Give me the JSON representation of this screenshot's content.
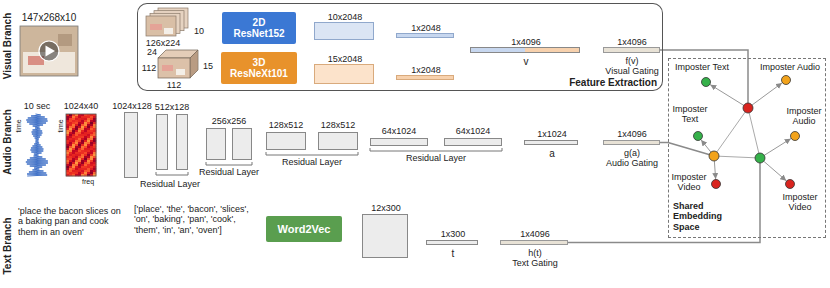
{
  "diagram": {
    "nodes": [
      {
        "text": [
          "147x268x10"
        ]
      },
      {
        "text": [
          "Feature Extraction"
        ]
      },
      {
        "text": [
          "126x224",
          "10"
        ],
        "in": 1
      },
      {
        "text": [
          "24",
          "112",
          "112",
          "15"
        ],
        "in": 1
      },
      {
        "text": [
          "2D ResNet152"
        ],
        "in": 1
      },
      {
        "text": [
          "3D ResNeXt101"
        ],
        "in": 1
      },
      {
        "text": [
          "10x2048"
        ],
        "in": 1
      },
      {
        "text": [
          "15x2048"
        ],
        "in": 1
      },
      {
        "text": [
          "1x2048"
        ],
        "in": 1
      },
      {
        "text": [
          "1x2048"
        ],
        "in": 1
      },
      {
        "text": [
          "1x4096",
          "v"
        ],
        "in": 1
      },
      {
        "text": [
          "1x4096",
          "f(v)",
          "Visual Gating"
        ],
        "in": 1
      },
      {
        "text": [
          "Shared Embedding Space"
        ]
      },
      {
        "text": [
          "10 sec",
          "time"
        ]
      },
      {
        "text": [
          "1024x40",
          "time",
          "freq"
        ]
      },
      {
        "text": [
          "1024x128"
        ]
      },
      {
        "text": [
          "512x128"
        ]
      },
      {
        "text": [
          "256x256"
        ]
      },
      {
        "text": [
          "128x512",
          "128x512"
        ]
      },
      {
        "text": [
          "64x1024",
          "64x1024"
        ]
      },
      {
        "text": [
          "1x1024",
          "a"
        ]
      },
      {
        "text": [
          "1x4096",
          "g(a)",
          "Audio Gating"
        ]
      },
      {
        "text": [
          "Word2Vec"
        ]
      },
      {
        "text": [
          "12x300"
        ]
      },
      {
        "text": [
          "1x300",
          "t"
        ]
      },
      {
        "text": [
          "1x4096",
          "h(t)",
          "Text Gating"
        ]
      }
    ],
    "edges": [
      {
        "from": 11,
        "to": 12,
        "arrow": "none"
      },
      {
        "from": 21,
        "to": 12,
        "arrow": "none"
      },
      {
        "from": 25,
        "to": 12,
        "arrow": "none"
      }
    ],
    "labels": [
      "Visual Branch",
      "Audio Branch",
      "Text Branch",
      "Imposter Text",
      "Imposter Audio",
      "Imposter Text",
      "Imposter Audio",
      "Imposter Video",
      "Imposter Video",
      "Residual Layer",
      "Residual Layer",
      "Residual Layer",
      "Residual Layer",
      "'place the bacon slices on a baking pan and cook them in an oven'",
      "['place', 'the', 'bacon', 'slices', 'on', 'baking', 'pan', 'cook', 'them', 'in', 'an', 'oven']"
    ]
  }
}
